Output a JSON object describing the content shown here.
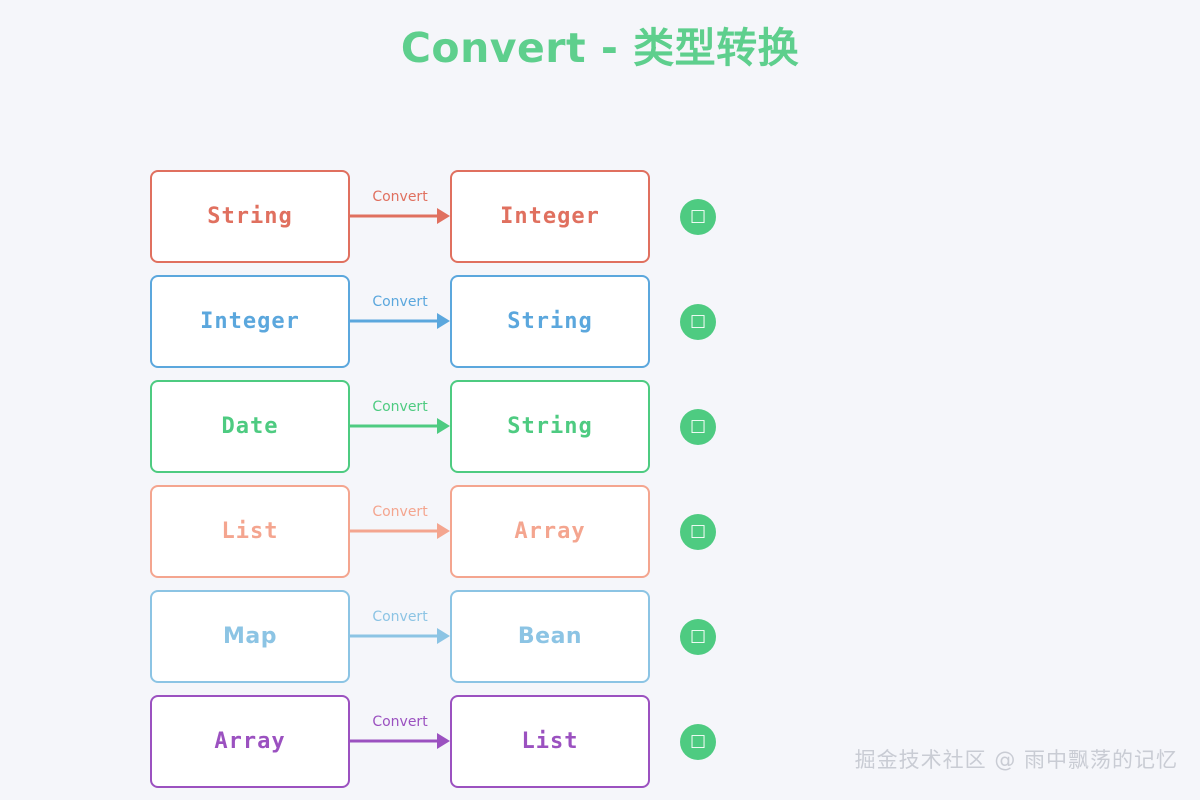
{
  "title": "Convert - 类型转换",
  "theme": {
    "background": "#f5f6fa",
    "title_color": "#5ecf8d",
    "node_fill": "#ffffff",
    "badge_color": "#4ecb81",
    "watermark_color": "#c9ccd4"
  },
  "edge_label_default": "Convert",
  "badge": {
    "icon": "check-tofu-icon",
    "glyph": "□"
  },
  "rows": [
    {
      "from": "String",
      "to": "Integer",
      "edge_label": "Convert",
      "color": "#e0705f",
      "badge_glyph": "□",
      "font": "mono"
    },
    {
      "from": "Integer",
      "to": "String",
      "edge_label": "Convert",
      "color": "#5ba7dd",
      "badge_glyph": "□",
      "font": "mono"
    },
    {
      "from": "Date",
      "to": "String",
      "edge_label": "Convert",
      "color": "#4ecb81",
      "badge_glyph": "□",
      "font": "mono"
    },
    {
      "from": "List",
      "to": "Array",
      "edge_label": "Convert",
      "color": "#f4a58f",
      "badge_glyph": "□",
      "font": "mono"
    },
    {
      "from": "Map",
      "to": "Bean",
      "edge_label": "Convert",
      "color": "#8cc4e4",
      "badge_glyph": "□",
      "font": "sans"
    },
    {
      "from": "Array",
      "to": "List",
      "edge_label": "Convert",
      "color": "#9b51c0",
      "badge_glyph": "□",
      "font": "mono"
    }
  ],
  "watermark": "掘金技术社区 @ 雨中飘荡的记忆"
}
